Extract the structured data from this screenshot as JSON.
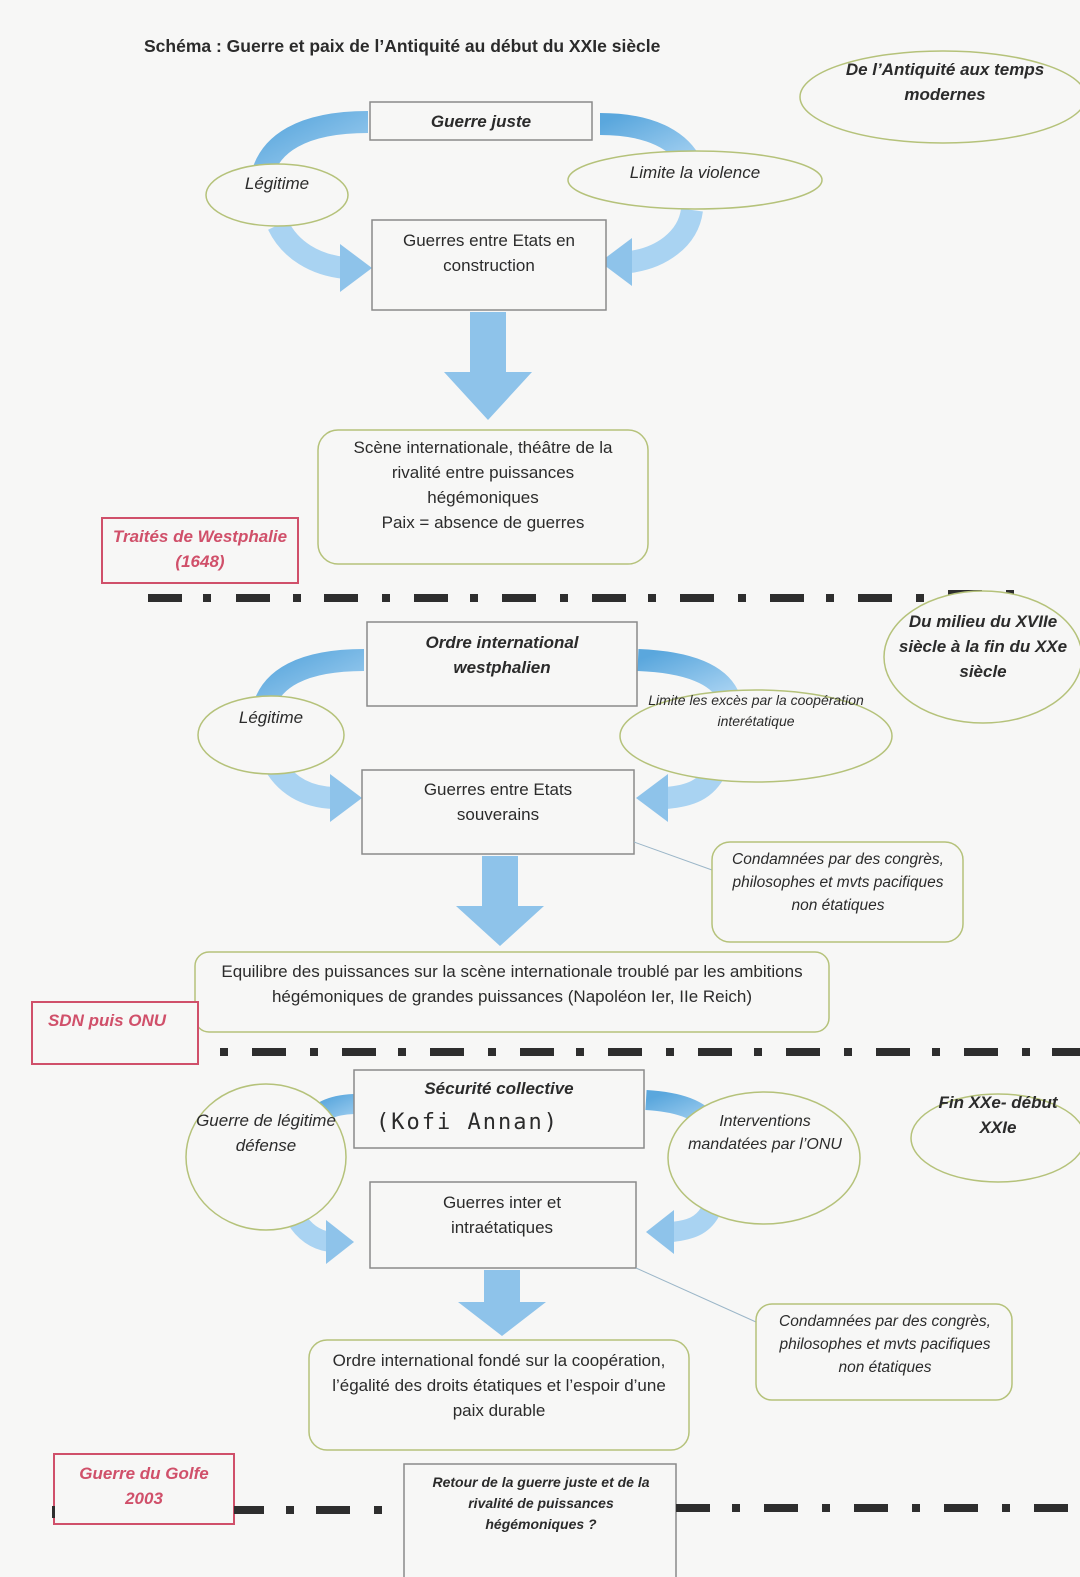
{
  "title": "Schéma : Guerre et paix de l’Antiquité au début du XXIe siècle",
  "periods": [
    "De l’Antiquité aux temps modernes",
    "Du milieu du XVIIe siècle à la fin du XXe siècle",
    "Fin XXe- début XXIe"
  ],
  "section1": {
    "top": "Guerre juste",
    "left": "Légitime",
    "right": "Limite la violence",
    "center": "Guerres entre Etats en construction",
    "result_lines": [
      "Scène internationale, théâtre de la",
      "rivalité entre puissances",
      "hégémoniques",
      "Paix = absence de guerres"
    ],
    "event": "Traités de Westphalie (1648)"
  },
  "section2": {
    "top": "Ordre international westphalien",
    "left": "Légitime",
    "right": "Limite les excès par la coopération interétatique",
    "center": "Guerres entre Etats souverains",
    "note": "Condamnées par des congrès, philosophes et mvts pacifiques non étatiques",
    "result": "Equilibre des puissances sur la scène internationale troublé par les ambitions hégémoniques de grandes puissances (Napoléon Ier, IIe Reich)",
    "event": "SDN puis ONU"
  },
  "section3": {
    "top": "Sécurité collective",
    "handwritten": "(Kofi Annan)",
    "left": "Guerre de légitime défense",
    "right": "Interventions mandatées par l’ONU",
    "center": "Guerres inter et intraétatiques",
    "note": "Condamnées par des congrès, philosophes et mvts pacifiques non étatiques",
    "result": "Ordre international fondé sur la coopération, l’égalité des droits étatiques et l’espoir d’une paix durable",
    "event": "Guerre du Golfe 2003",
    "final": "Retour de la guerre juste et de la rivalité de puissances hégémoniques ?"
  },
  "colors": {
    "arrow": "#8ec3ea",
    "arrow_dark": "#5aa7dd",
    "box_border": "#8a8a8a",
    "rounded_border": "#b5c27a",
    "event_border": "#d0506a",
    "dash": "#2e2e2e"
  }
}
